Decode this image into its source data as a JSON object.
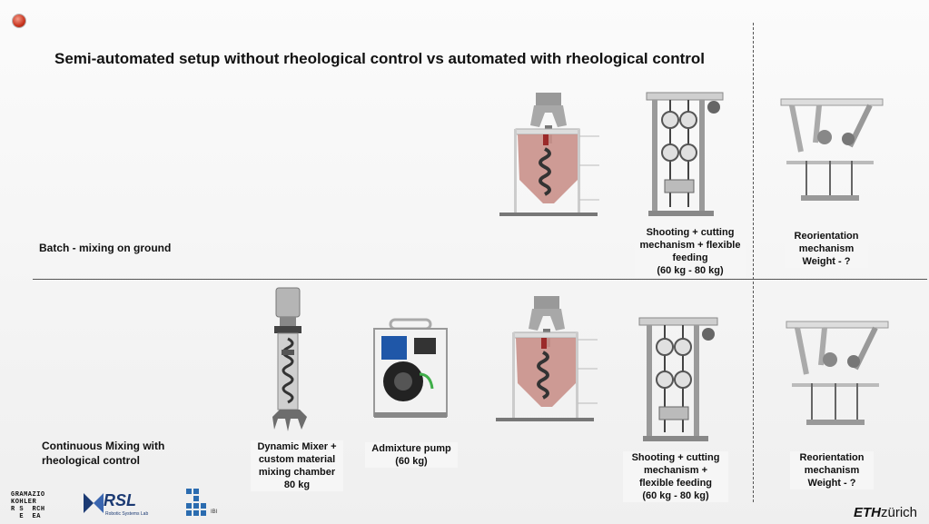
{
  "slide": {
    "title": "Semi-automated setup without rheological control vs  automated with rheological control"
  },
  "rows": {
    "batch_label": "Batch - mixing on ground",
    "continuous_label_line1": "Continuous Mixing with",
    "continuous_label_line2": "rheological control"
  },
  "captions": {
    "top_shooting": [
      "Shooting + cutting",
      "mechanism + flexible",
      "feeding",
      "(60 kg - 80 kg)"
    ],
    "top_reorientation": [
      "Reorientation",
      "mechanism",
      "Weight - ?"
    ],
    "mixer": [
      "Dynamic Mixer +",
      "custom material",
      "mixing chamber",
      "80 kg"
    ],
    "pump": [
      "Admixture pump",
      "(60 kg)"
    ],
    "bottom_shooting": [
      "Shooting + cutting",
      "mechanism +",
      "flexible feeding",
      "(60 kg - 80 kg)"
    ],
    "bottom_reorientation": [
      "Reorientation",
      "mechanism",
      "Weight - ?"
    ]
  },
  "logos": {
    "gramazio_lines": [
      "GRAMAZIO",
      "KOHLER",
      "R S  RCH",
      "  E  EA"
    ],
    "rsl_name": "RSL",
    "rsl_sub": "Robotic Systems Lab",
    "ibi": "IBI",
    "eth_bold": "ETH",
    "eth_rest": "zürich"
  },
  "colors": {
    "hopper": "#c9908a",
    "pump_blue": "#1f57a8",
    "accent_green": "#3fae49",
    "rsl_blue": "#1b3a73"
  }
}
